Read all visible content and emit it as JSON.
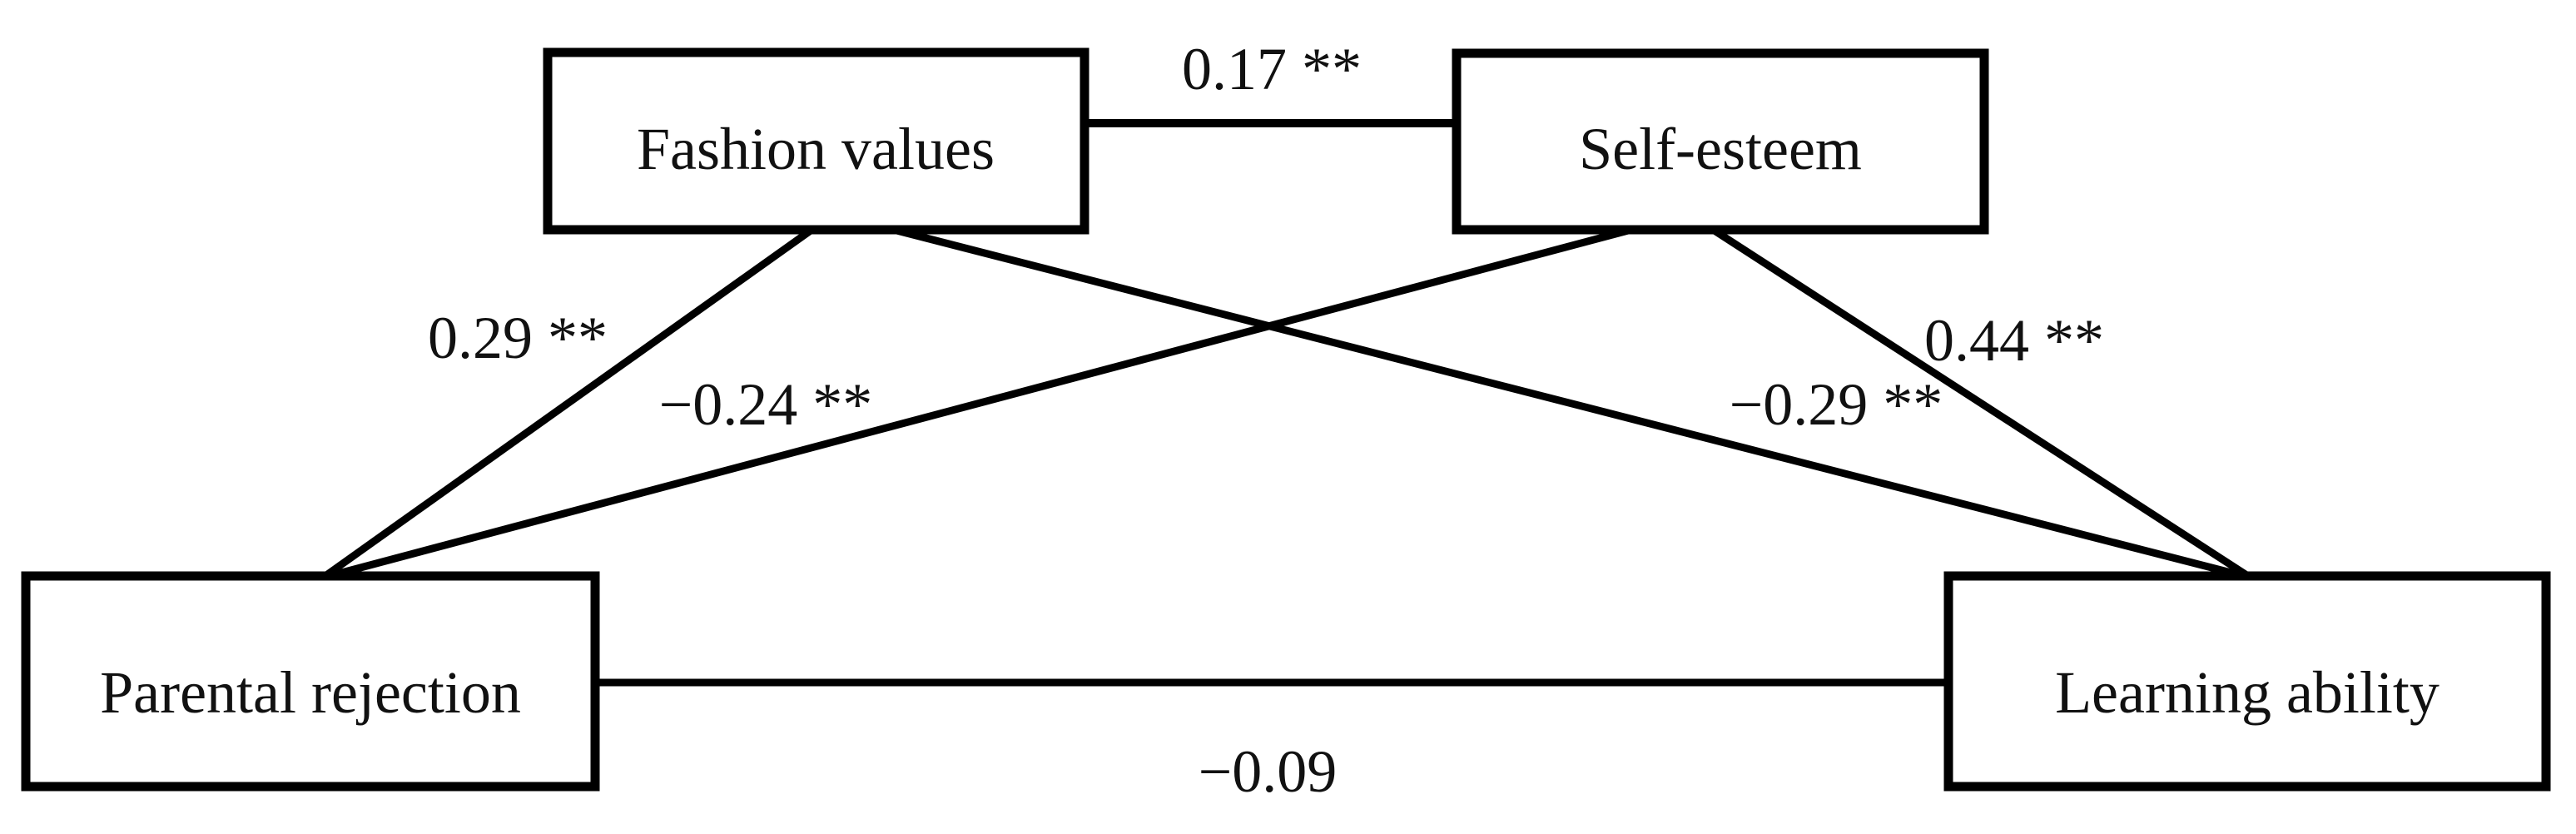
{
  "diagram": {
    "type": "path-model",
    "background_color": "#ffffff",
    "line_color": "#000000",
    "text_color": "#111111",
    "nodes": {
      "fashion": {
        "label": "Fashion values"
      },
      "self_esteem": {
        "label": "Self-esteem"
      },
      "parental": {
        "label": "Parental rejection"
      },
      "learning": {
        "label": "Learning ability"
      }
    },
    "edges": {
      "fashion_self": {
        "from": "Fashion values",
        "to": "Self-esteem",
        "label": "0.17 **"
      },
      "parental_fashion": {
        "from": "Parental rejection",
        "to": "Fashion values",
        "label": "0.29 **"
      },
      "parental_self": {
        "from": "Parental rejection",
        "to": "Self-esteem",
        "label": "−0.24 **"
      },
      "self_learning": {
        "from": "Self-esteem",
        "to": "Learning ability",
        "label": "0.44 **"
      },
      "fashion_learning": {
        "from": "Fashion values",
        "to": "Learning ability",
        "label": "−0.29 **"
      },
      "parental_learning": {
        "from": "Parental rejection",
        "to": "Learning ability",
        "label": "−0.09"
      }
    }
  }
}
